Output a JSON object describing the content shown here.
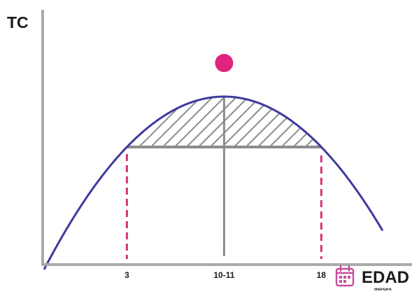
{
  "chart_data": {
    "type": "line",
    "title": "",
    "ylabel": "TC",
    "xlabel": "EDAD",
    "xlabel_sub": "meses",
    "x_ticks": [
      "3",
      "10-11",
      "18"
    ],
    "x_tick_positions": [
      3,
      10.5,
      18
    ],
    "xlim": [
      -3.5,
      25
    ],
    "curve": {
      "shape": "parabola",
      "vertex_x": 10.5
    },
    "markers": [
      {
        "name": "peak-dot",
        "x": 10.5
      }
    ],
    "colors": {
      "curve": "#3d3a9e",
      "dashed_lines": "#d6337a",
      "dot": "#e0247f",
      "axes": "#aaaaaa",
      "hatch_band": "#8c8c8c",
      "text": "#1b1b1b",
      "icon": "#c64f9a"
    },
    "legend": "none",
    "grid": false
  }
}
